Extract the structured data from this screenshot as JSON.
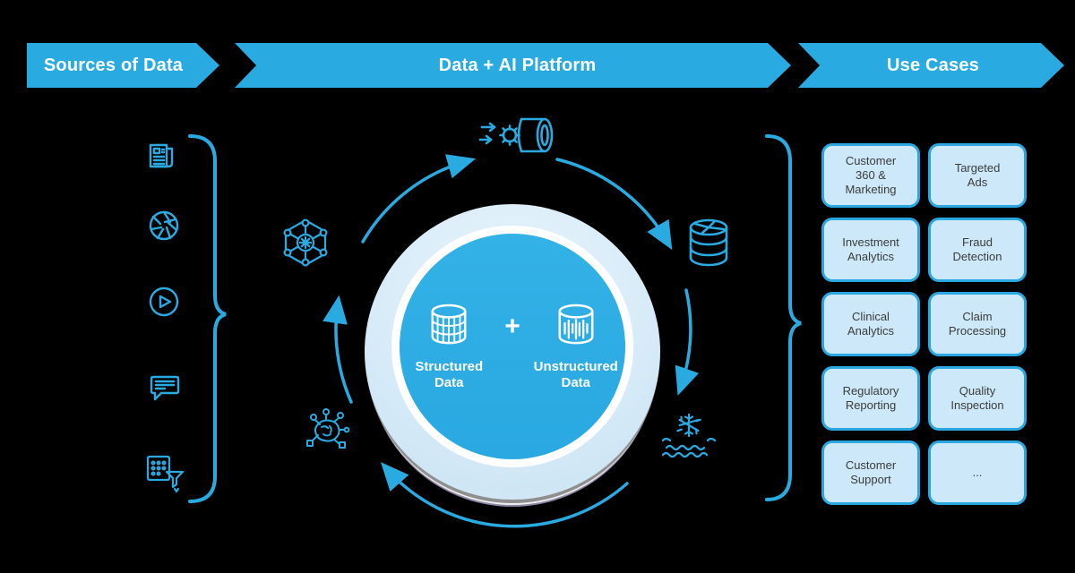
{
  "banners": {
    "sources": "Sources of Data",
    "platform": "Data + AI Platform",
    "use_cases": "Use Cases"
  },
  "sources": {
    "icons": [
      "news-document-icon",
      "camera-aperture-icon",
      "video-play-icon",
      "chat-message-icon",
      "data-table-filter-icon"
    ]
  },
  "platform": {
    "cycle_icons": [
      "data-pipeline-icon",
      "ai-network-icon",
      "database-stack-icon",
      "ml-brain-icon",
      "data-lake-icon"
    ],
    "center": {
      "structured_label": "Structured\nData",
      "plus": "+",
      "unstructured_label": "Unstructured\nData"
    }
  },
  "use_cases": {
    "items": [
      "Customer\n360 &\nMarketing",
      "Targeted\nAds",
      "Investment\nAnalytics",
      "Fraud\nDetection",
      "Clinical\nAnalytics",
      "Claim\nProcessing",
      "Regulatory\nReporting",
      "Quality\nInspection",
      "Customer\nSupport",
      "..."
    ]
  },
  "colors": {
    "accent": "#29ABE2",
    "disk_ring": "#D7EBF8",
    "disk_inner": "#2EACE4",
    "box_fill": "#CDE9F9",
    "box_border": "#2AA7E0",
    "box_text": "#3B3B3B"
  }
}
